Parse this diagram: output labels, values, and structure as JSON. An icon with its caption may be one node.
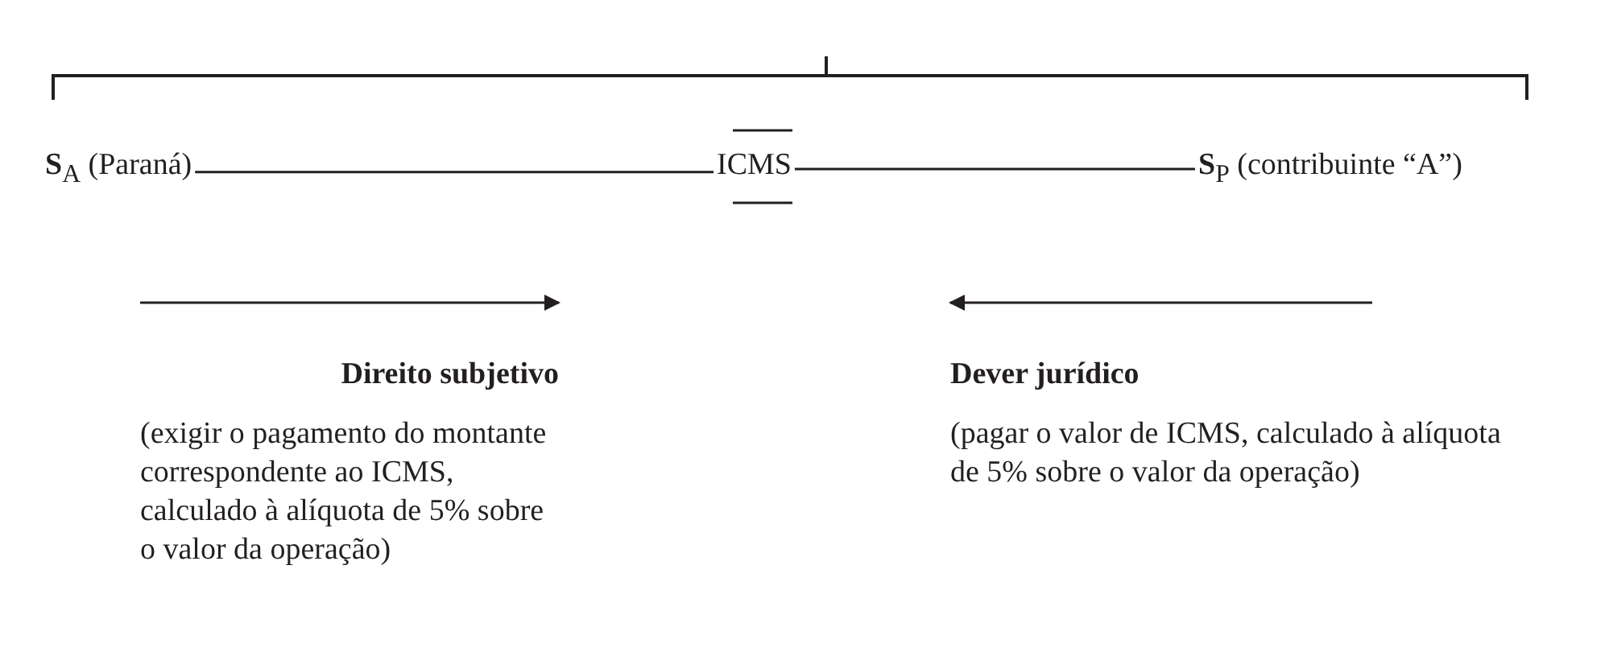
{
  "diagram": {
    "nodes": [
      {
        "text": [
          "**S**$_{A}$ (Paraná)"
        ]
      },
      {
        "text": [
          "ICMS"
        ]
      },
      {
        "text": [
          "**S**$_{P}$ (contribuinte “A”)"
        ]
      }
    ],
    "edges": [
      {
        "from": 0,
        "to": 1,
        "arrow": "none"
      },
      {
        "from": 1,
        "to": 2,
        "arrow": "none"
      }
    ],
    "labels": [
      "Direito subjetivo",
      "Dever jurídico",
      "(exigir o pagamento do montante correspondente ao ICMS, calculado à alíquota de 5% sobre o valor da operação)",
      "(pagar o valor de ICMS, calculado à alíquota de 5% sobre o valor da operação)"
    ]
  }
}
